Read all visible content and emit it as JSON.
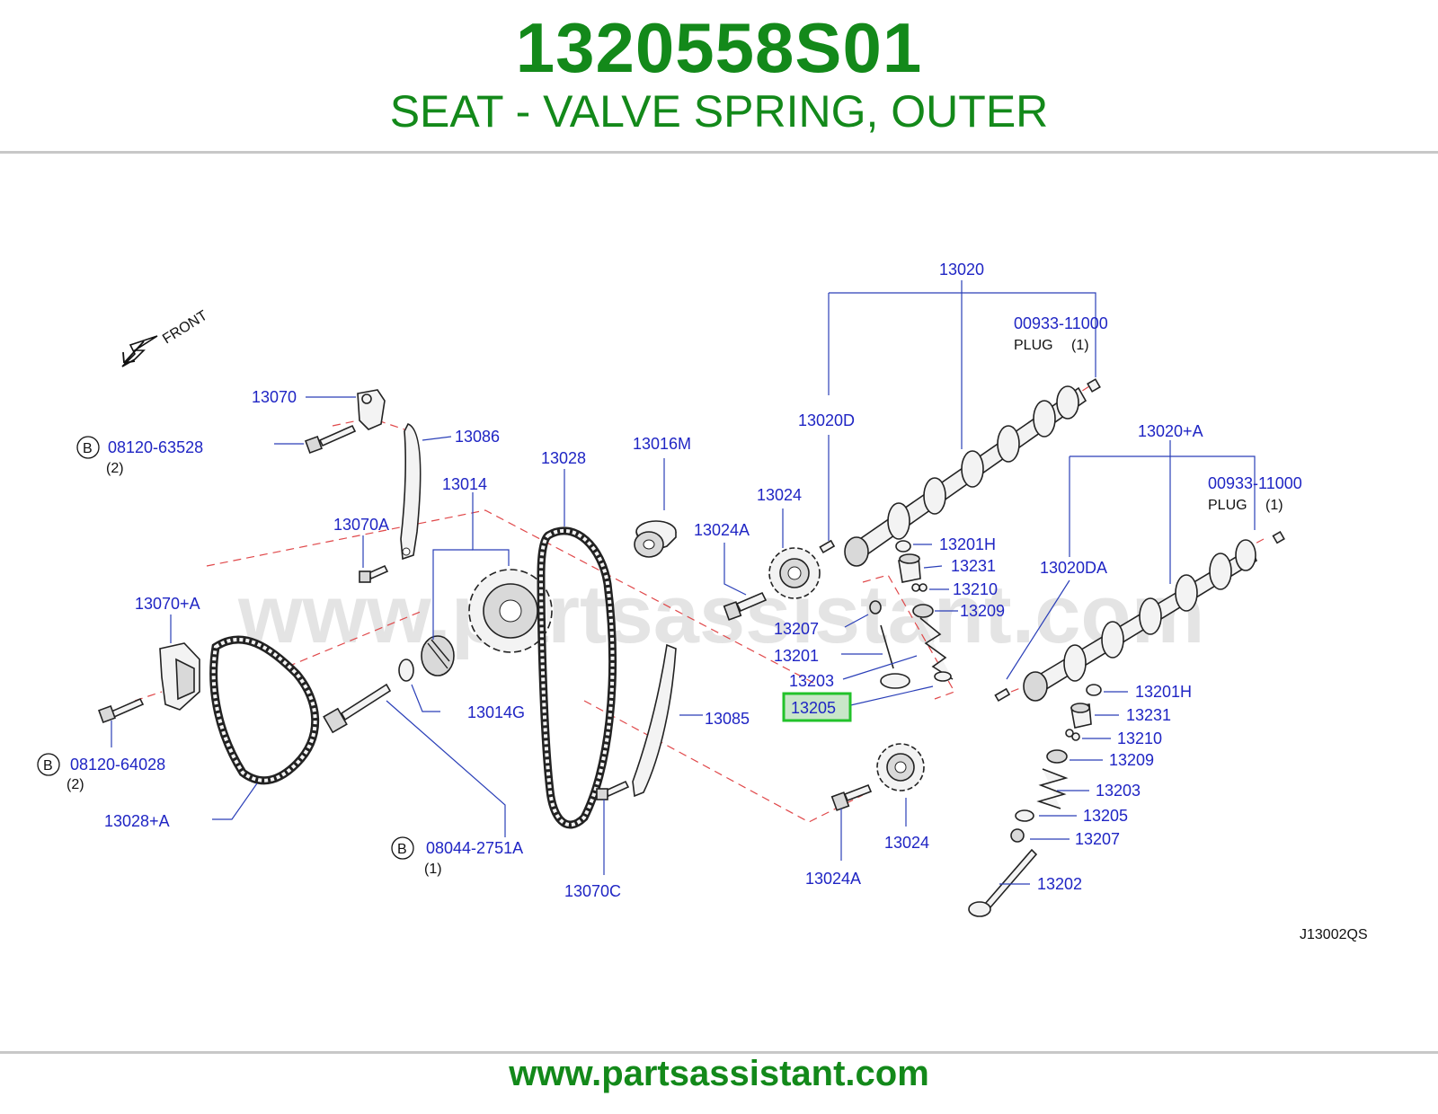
{
  "header": {
    "part_number": "1320558S01",
    "part_name": "SEAT - VALVE SPRING, OUTER"
  },
  "diagram": {
    "watermark": "www.partsassistant.com",
    "front_label": "FRONT",
    "diagram_code": "J13002QS",
    "highlighted_part": "13205",
    "plug_label": "PLUG",
    "bolt_marker": "B",
    "labels": {
      "p13020": "13020",
      "p00933_top": "00933-11000",
      "plug_qty_top": "(1)",
      "p13020D": "13020D",
      "p13020A": "13020+A",
      "p00933_right": "00933-11000",
      "plug_qty_right": "(1)",
      "p13020DA": "13020DA",
      "p13070": "13070",
      "p08120_63528": "08120-63528",
      "qty_63528": "(2)",
      "p13086": "13086",
      "p13028": "13028",
      "p13016M": "13016M",
      "p13014": "13014",
      "p13024_top": "13024",
      "p13024A_top": "13024A",
      "p13070A": "13070A",
      "p13201H_l": "13201H",
      "p13231_l": "13231",
      "p13210_l": "13210",
      "p13209_l": "13209",
      "p13207_l": "13207",
      "p13201": "13201",
      "p13203_l": "13203",
      "p13205_l": "13205",
      "p13070PA": "13070+A",
      "p13014G": "13014G",
      "p13085": "13085",
      "p08120_64028": "08120-64028",
      "qty_64028": "(2)",
      "p13028A": "13028+A",
      "p08044": "08044-2751A",
      "qty_08044": "(1)",
      "p13070C": "13070C",
      "p13024A_bottom": "13024A",
      "p13024_bottom": "13024",
      "p13201H_r": "13201H",
      "p13231_r": "13231",
      "p13210_r": "13210",
      "p13209_r": "13209",
      "p13203_r": "13203",
      "p13205_r": "13205",
      "p13207_r": "13207",
      "p13202": "13202"
    }
  },
  "footer": {
    "url": "www.partsassistant.com"
  },
  "colors": {
    "brand_green": "#13891a",
    "label_blue": "#1f25c4",
    "highlight_green": "#22c22a",
    "dash_red": "#e0484a"
  }
}
